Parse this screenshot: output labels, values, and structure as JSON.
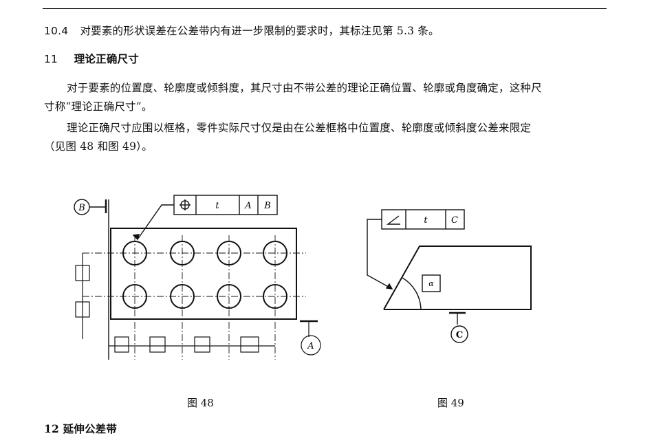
{
  "sections": {
    "s10_4": {
      "number": "10.4",
      "text": "对要素的形状误差在公差带内有进一步限制的要求时，其标注见第 5.3 条。"
    },
    "s11": {
      "number": "11",
      "title": "理论正确尺寸",
      "para1_line1": "对于要素的位置度、轮廓度或倾斜度，其尺寸由不带公差的理论正确位置、轮廓或角度确定，这种尺",
      "para1_line2": "寸称“理论正确尺寸”。",
      "para2_line1": "理论正确尺寸应围以框格，零件实际尺寸仅是由在公差框格中位置度、轮廓度或倾斜度公差来限定",
      "para2_line2": "（见图 48 和图 49）。"
    },
    "s12_partial": "12   延伸公差带"
  },
  "figure48": {
    "caption": "图 48",
    "frame_tolerance": "t",
    "datum_A": "A",
    "datum_B": "B"
  },
  "figure49": {
    "caption": "图 49",
    "frame_tolerance": "t",
    "datum_C": "C",
    "angle_label": "α"
  }
}
